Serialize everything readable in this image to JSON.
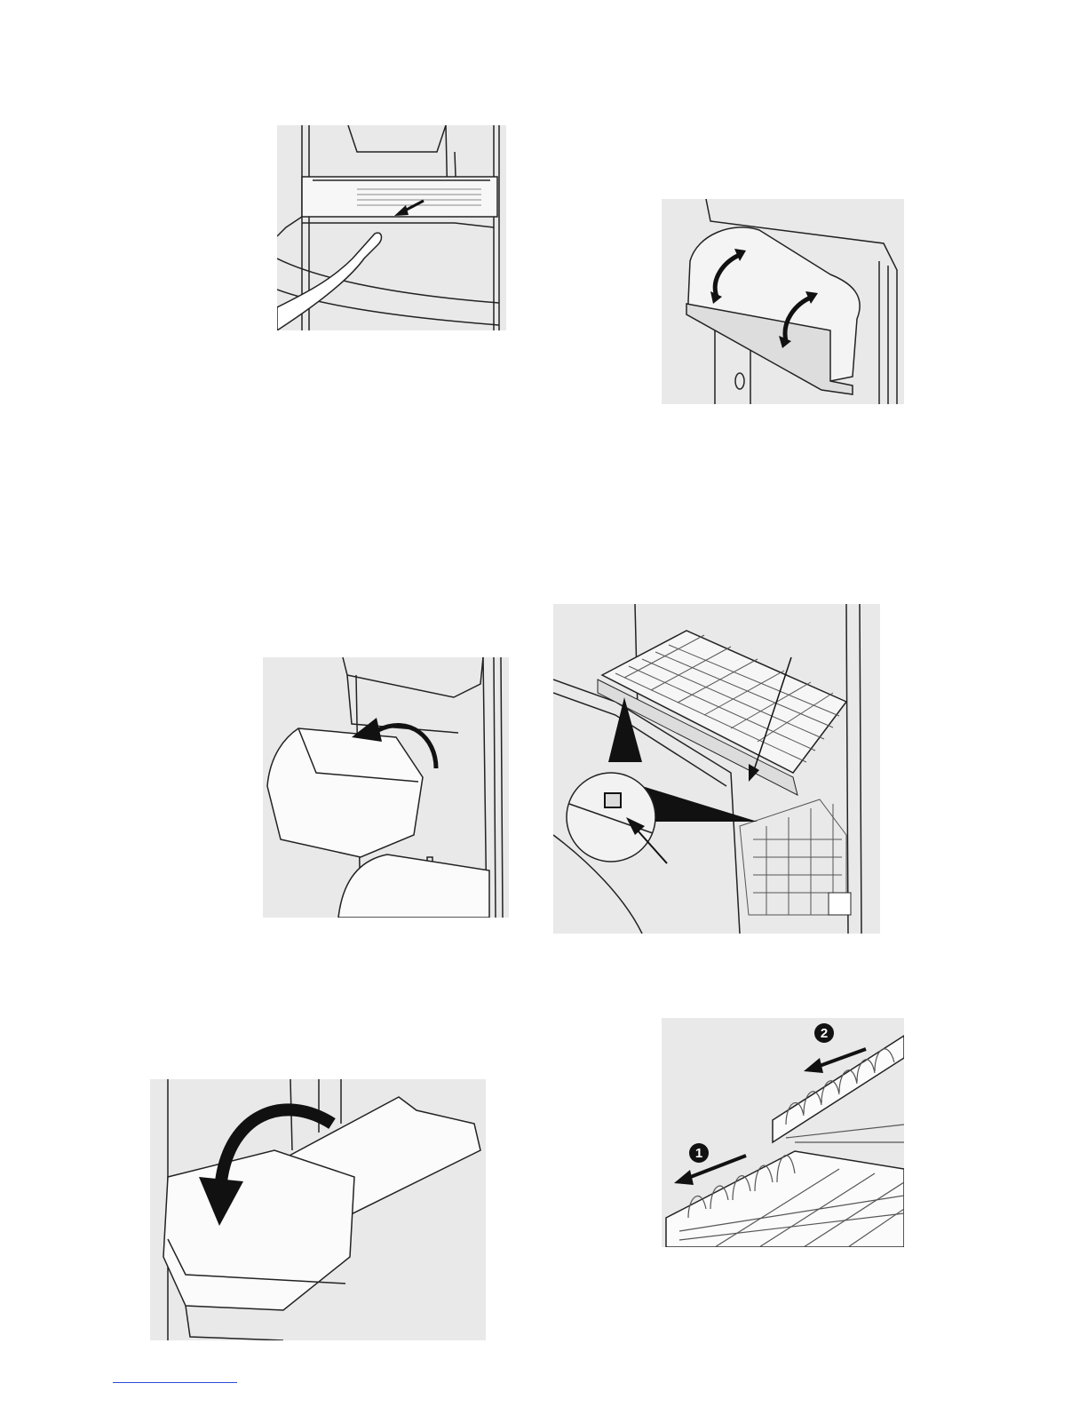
{
  "figures": [
    {
      "id": "crisper",
      "icon": "arrow-pull-icon"
    },
    {
      "id": "cover",
      "icon": "curved-double-arrow-icon"
    },
    {
      "id": "bin",
      "icon": "curved-arrow-icon"
    },
    {
      "id": "basket",
      "icon": "pointer-arrow-icon"
    },
    {
      "id": "shelf",
      "icon": "curved-arrow-down-icon"
    },
    {
      "id": "baskets12",
      "icon": "numbered-arrow-icon"
    }
  ],
  "steps": {
    "one": "1",
    "two": "2"
  },
  "colors": {
    "figure_bg": "#e9e9e9",
    "line": "#222222",
    "footer_rule": "#2b4bd6"
  }
}
